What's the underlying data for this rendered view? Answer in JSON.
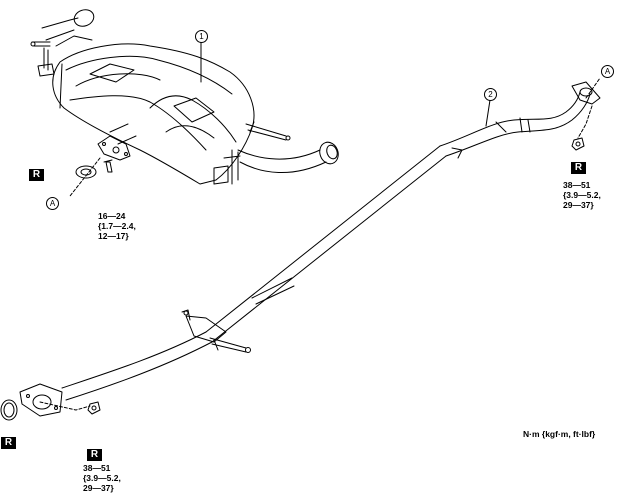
{
  "callouts": {
    "muffler": "1",
    "front_pipe": "2",
    "ref_left": "A",
    "ref_right": "A"
  },
  "gasket_mark": "R",
  "torque": {
    "muffler_flange": [
      "16—24",
      "{1.7—2.4,",
      "12—17}"
    ],
    "front_pipe_rear_nut": [
      "38—51",
      "{3.9—5.2,",
      "29—37}"
    ],
    "front_pipe_front_nut": [
      "38—51",
      "{3.9—5.2,",
      "29—37}"
    ]
  },
  "unit_label": "N·m {kgf·m, ft·lbf}"
}
